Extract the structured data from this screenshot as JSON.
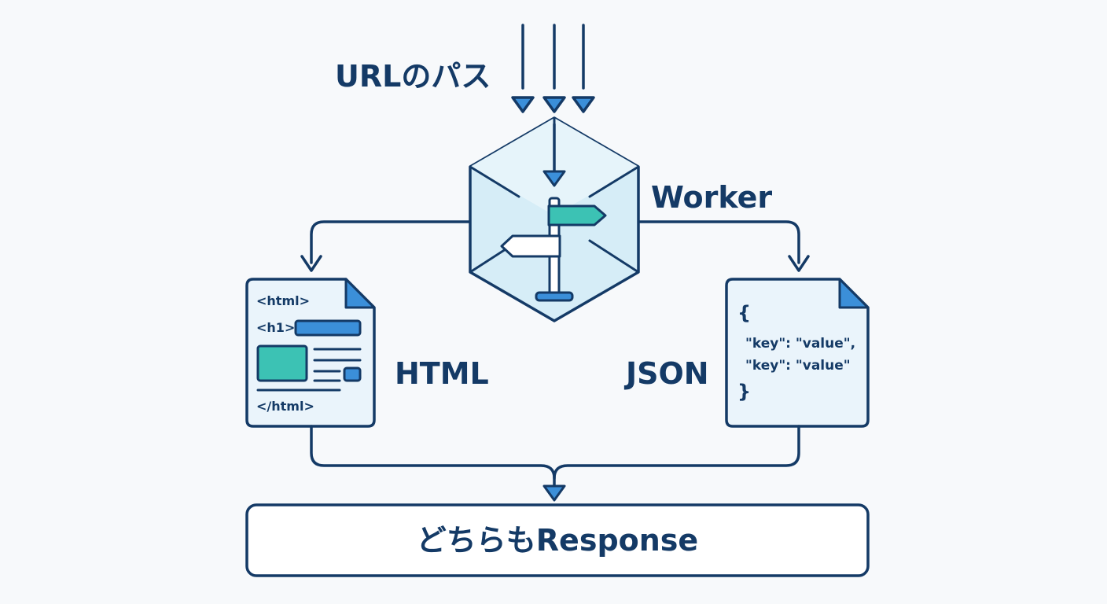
{
  "labels": {
    "url_path": "URLのパス",
    "worker": "Worker",
    "html": "HTML",
    "json": "JSON",
    "response": "どちらもResponse"
  },
  "html_doc": {
    "line1": "<html>",
    "line2": "<h1>",
    "line3": "</html>"
  },
  "json_doc": {
    "open": "{",
    "line1": "\"key\": \"value\",",
    "line2": "\"key\": \"value\"",
    "close": "}"
  },
  "colors": {
    "stroke": "#143a66",
    "accent_blue": "#3b8fd9",
    "accent_teal": "#3cc2b4",
    "cube_fill": "#d6edf7",
    "doc_fill": "#eaf4fb"
  }
}
